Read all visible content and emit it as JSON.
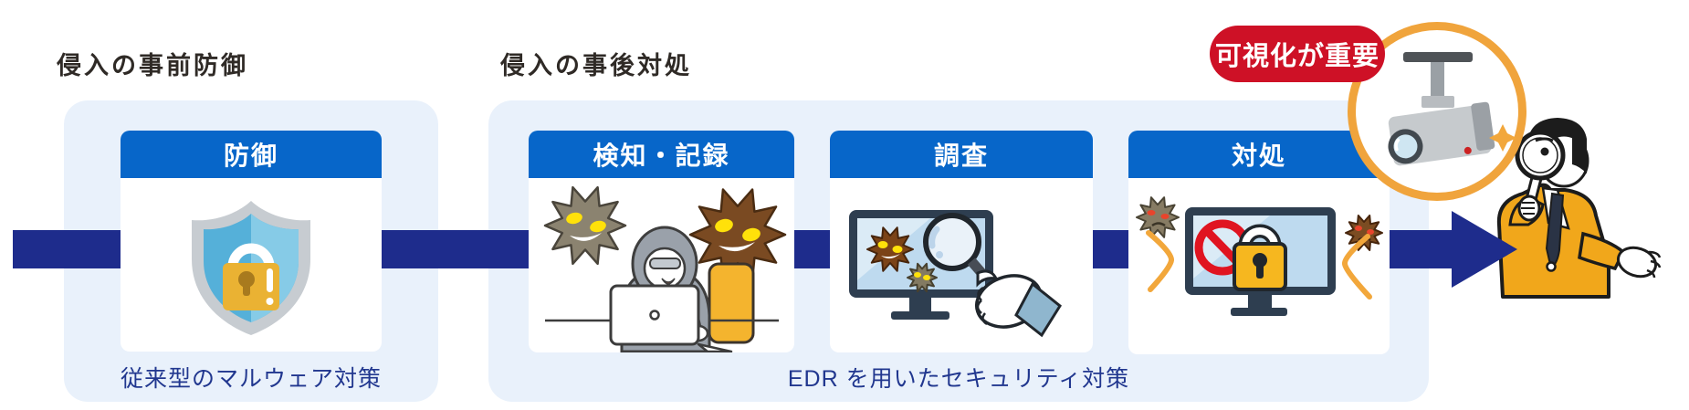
{
  "headings": {
    "pre_intrusion": "侵入の事前防御",
    "post_intrusion": "侵入の事後対処"
  },
  "panels": {
    "prevention": {
      "card_title": "防御",
      "caption": "従来型のマルウェア対策"
    },
    "edr": {
      "cards": [
        {
          "title": "検知・記録"
        },
        {
          "title": "調査"
        },
        {
          "title": "対処"
        }
      ],
      "caption": "EDR を用いたセキュリティ対策"
    }
  },
  "badge": {
    "label": "可視化が重要"
  },
  "icons": [
    "shield-lock-icon",
    "virus-icon",
    "hacker-laptop-icon",
    "monitor-magnifier-icon",
    "monitor-blocked-lock-icon",
    "cctv-camera-icon",
    "sparkle-icon",
    "inspector-magnifier-person-icon",
    "flow-arrow"
  ],
  "colors": {
    "panel_bg": "#e9f1fb",
    "card_header_blue": "#0766c9",
    "flow_arrow_navy": "#1e2c8c",
    "caption_navy": "#21378f",
    "heading_dark": "#2f2a26",
    "badge_red": "#ce1126",
    "ring_orange": "#f0a43c",
    "virus_brown": "#7a4a22",
    "virus_gray": "#8b8370",
    "lock_gold": "#eab233",
    "jacket_yellow": "#f1a71b"
  }
}
